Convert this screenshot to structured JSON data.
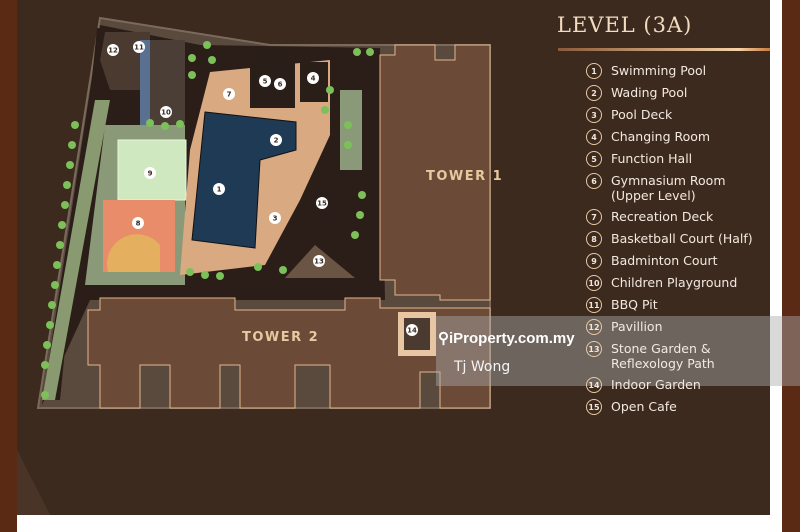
{
  "legend": {
    "title": "LEVEL (3A)",
    "items": [
      {
        "num": "1",
        "label": "Swimming Pool"
      },
      {
        "num": "2",
        "label": "Wading Pool"
      },
      {
        "num": "3",
        "label": "Pool Deck"
      },
      {
        "num": "4",
        "label": "Changing Room"
      },
      {
        "num": "5",
        "label": "Function Hall"
      },
      {
        "num": "6",
        "label": "Gymnasium Room (Upper Level)"
      },
      {
        "num": "7",
        "label": "Recreation Deck"
      },
      {
        "num": "8",
        "label": "Basketball Court (Half)"
      },
      {
        "num": "9",
        "label": "Badminton Court"
      },
      {
        "num": "10",
        "label": "Children Playground"
      },
      {
        "num": "11",
        "label": "BBQ Pit"
      },
      {
        "num": "12",
        "label": "Pavillion"
      },
      {
        "num": "13",
        "label": "Stone Garden & Reflexology Path"
      },
      {
        "num": "14",
        "label": "Indoor Garden"
      },
      {
        "num": "15",
        "label": "Open Cafe"
      }
    ]
  },
  "plan": {
    "tower1": "TOWER 1",
    "tower2": "TOWER 2",
    "markers": [
      "1",
      "2",
      "3",
      "4",
      "5",
      "6",
      "7",
      "8",
      "9",
      "10",
      "11",
      "12",
      "13",
      "14",
      "15"
    ]
  },
  "watermark": {
    "brand": "iProperty.com.my",
    "user": "Tj Wong"
  },
  "colors": {
    "background": "#3e2a1f",
    "tower": "#6b4a38",
    "pool": "#1f3a55",
    "deck": "#d9a982",
    "greenery": "#8ab86a",
    "accent": "#e9c9a3"
  }
}
